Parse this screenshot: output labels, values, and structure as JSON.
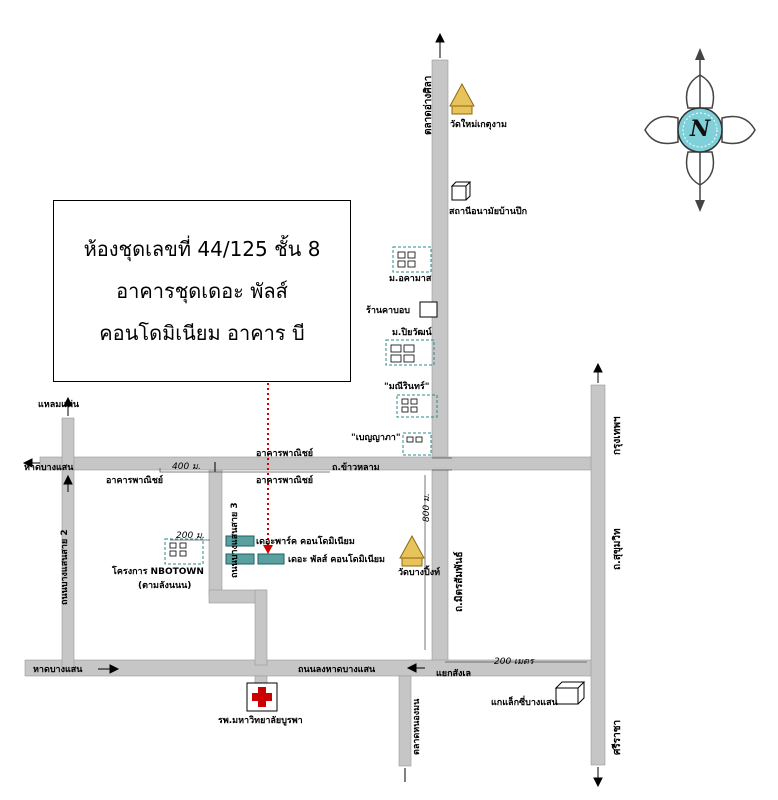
{
  "info": {
    "line1": "ห้องชุดเลขที่ 44/125 ชั้น 8",
    "line2": "อาคารชุดเดอะ พัลส์",
    "line3": "คอนโดมิเนียม อาคาร บี"
  },
  "labels": {
    "taladangsila": "ตลาดอ่างศิลา",
    "watmai": "วัดใหม่เกตุงาม",
    "healthstation": "สถานีอนามัยบ้านปึก",
    "amamas": "ม.อคามาส",
    "shop": "ร้านคาบอบ",
    "piyawat": "ม.ปิยวัฒน์",
    "meerin": "\"มณีรินทร์\"",
    "bunyapa": "\"เบญญาภา\"",
    "commercial1": "อาคารพาณิชย์",
    "commercial2": "อาคารพาณิชย์",
    "commercial3": "อาคารพาณิชย์",
    "thakhaolam": "ถ.ข้าวหลาม",
    "dist400": "400 ม.",
    "dist800": "800 ม.",
    "dist200a": "200 ม.",
    "dist200b": "200 เมตร",
    "laemtaen": "แหลมแท่น",
    "bangsaen_w": "หาดบางแสน",
    "bangsaen_lane3": "ถนนบางแสนสาย 3",
    "bangsaen_lane2": "ถนนบางแสนสาย 2",
    "thepark": "เดอะพาร์ค คอนโดมิเนียม",
    "thepulse": "เดอะ พัลส์ คอนโดมิเนียม",
    "nbotown": "โครงการ NBOTOWN",
    "nbotown_sub": "(ตามลังนนน)",
    "wat": "วัดบางปิ้งท์",
    "mitrsamphan": "ถ.มิตรสัมพันธ์",
    "bangkok": "กรุงเทพฯ",
    "sukhumvit": "ถ.สุขุมวิท",
    "sriracha": "ศรีราชา",
    "hadbangsaen": "หาดบางแสน",
    "roadbangsaen": "ถนนลงหาดบางแสน",
    "yaek": "แยกสังเล",
    "hospital": "รพ.มหาวิทยาลัยบูรพา",
    "nongmon": "ตลาดหนองมน",
    "lxmall": "แกแล็กซี่บางแสน",
    "compass": "N"
  },
  "colors": {
    "road": "#c6c6c6",
    "accent": "#cc0000",
    "compass_fill": "#7fd0d8",
    "house_border": "#2a8a8a",
    "building": "#5aa0a0"
  },
  "icons": [
    "compass-rose-icon",
    "temple-icon",
    "box-icon",
    "house-icon",
    "hospital-icon",
    "building-icon"
  ]
}
